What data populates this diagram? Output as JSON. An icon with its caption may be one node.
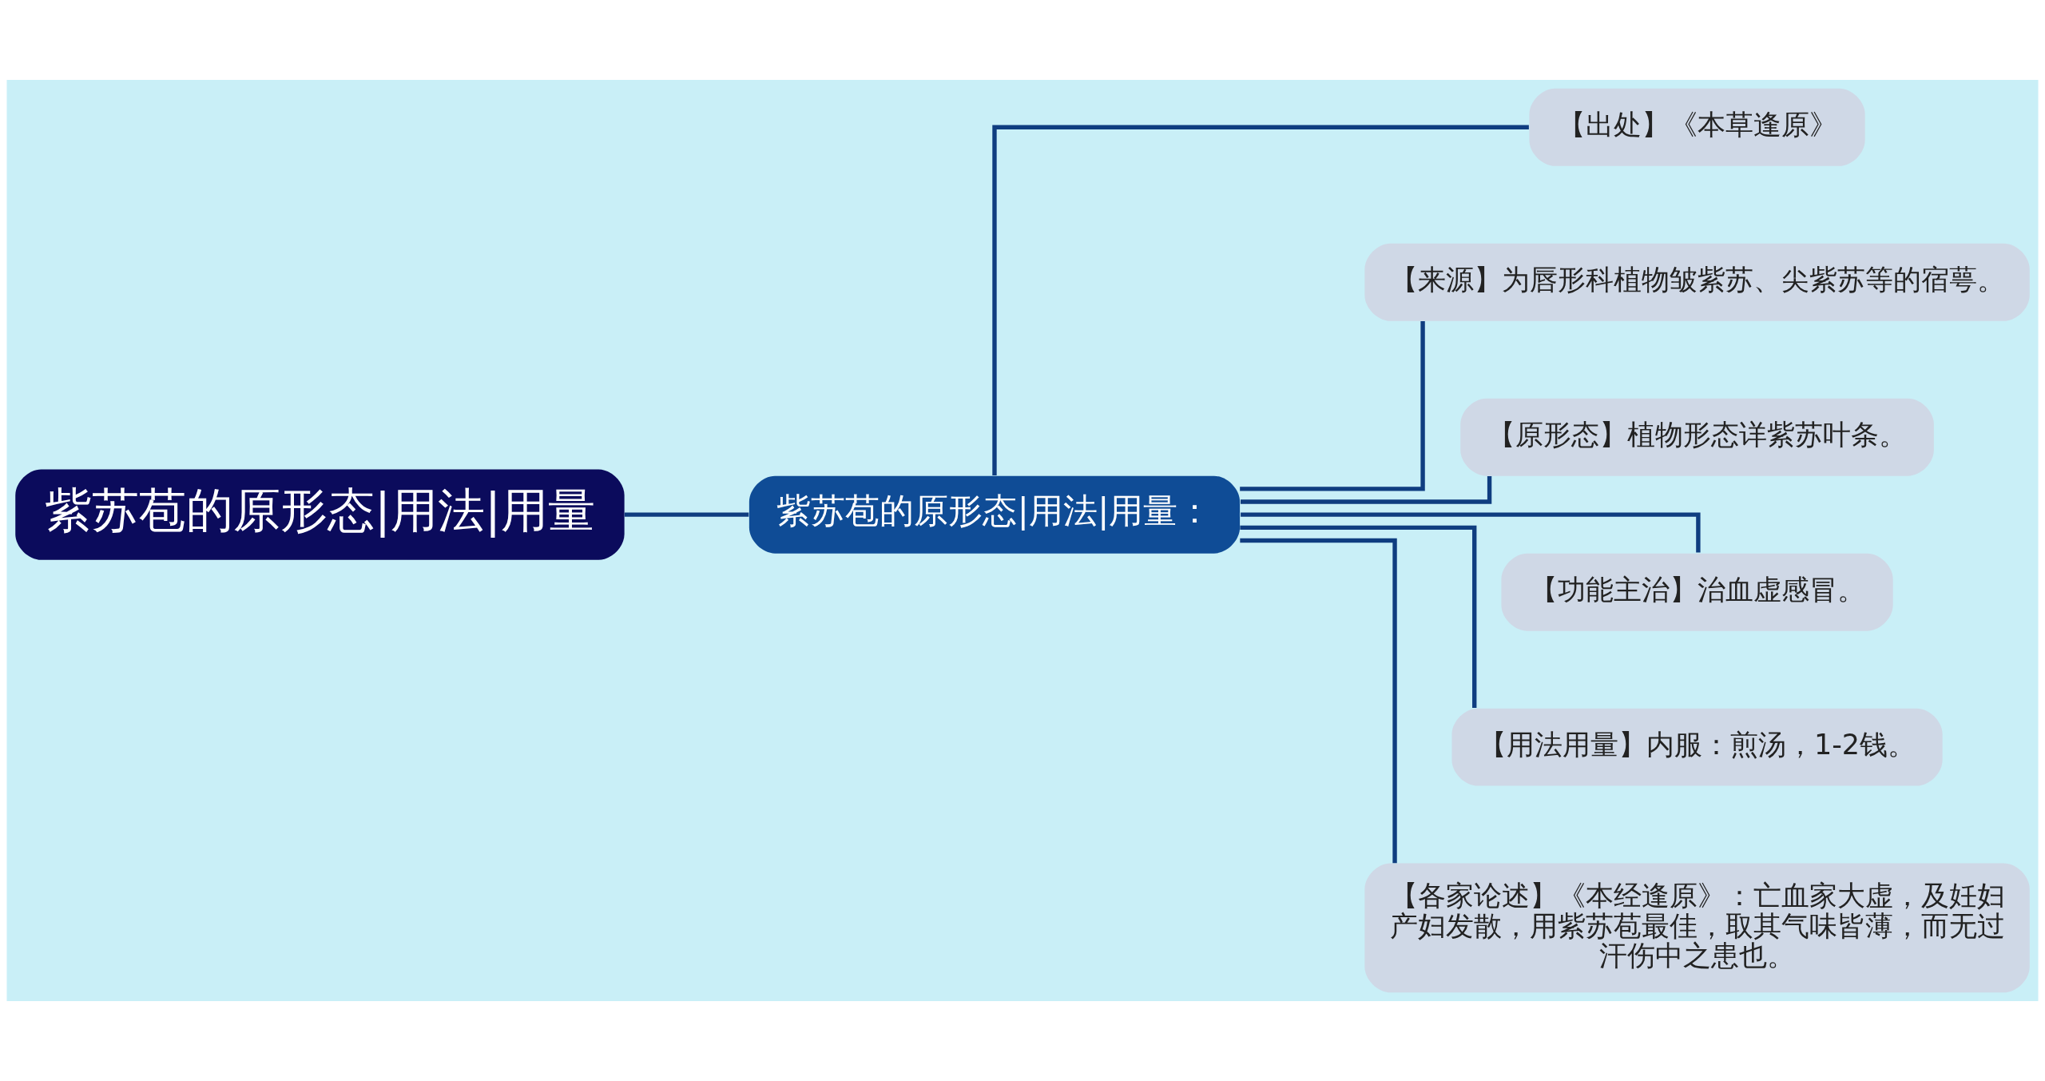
{
  "diagram": {
    "nodes": [
      {
        "text": [
          "紫苏苞的原形态|用法|用量"
        ]
      },
      {
        "text": [
          "紫苏苞的原形态|用法|用量："
        ]
      },
      {
        "text": [
          "【出处】《本草逢原》"
        ]
      },
      {
        "text": [
          "【来源】为唇形科植物皱紫苏、尖紫苏等的宿萼。"
        ]
      },
      {
        "text": [
          "【原形态】植物形态详紫苏叶条。"
        ]
      },
      {
        "text": [
          "【功能主治】治血虚感冒。"
        ]
      },
      {
        "text": [
          "【用法用量】内服：煎汤，1-2钱。"
        ]
      },
      {
        "text": [
          "【各家论述】《本经逢原》：亡血家大虚，及妊妇产妇发散，用紫苏苞最佳，取其气味皆薄，而无过汗伤中之患也。"
        ]
      }
    ],
    "edges": [
      {
        "from": 0,
        "to": 1,
        "arrow": "none"
      },
      {
        "from": 1,
        "to": 2,
        "arrow": "none"
      },
      {
        "from": 1,
        "to": 3,
        "arrow": "none"
      },
      {
        "from": 1,
        "to": 4,
        "arrow": "none"
      },
      {
        "from": 1,
        "to": 5,
        "arrow": "none"
      },
      {
        "from": 1,
        "to": 6,
        "arrow": "none"
      },
      {
        "from": 1,
        "to": 7,
        "arrow": "none"
      }
    ]
  }
}
